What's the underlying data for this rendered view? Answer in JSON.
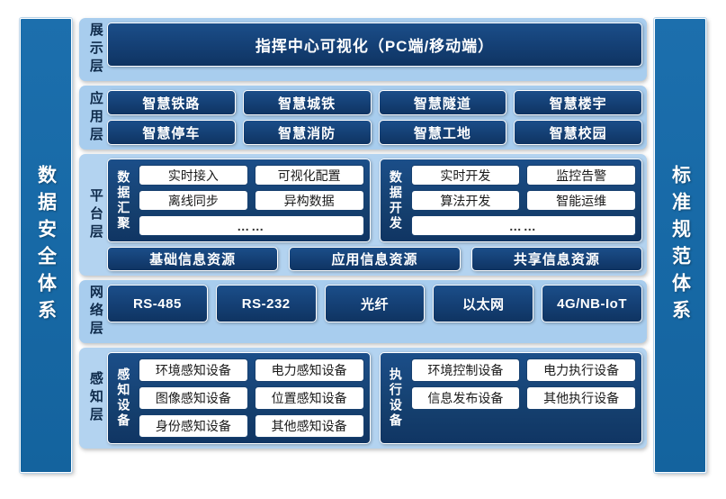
{
  "left_pillar": {
    "label": "数据安全体系"
  },
  "right_pillar": {
    "label": "标准规范体系"
  },
  "layers": {
    "display": {
      "label": "展示层",
      "bar": "指挥中心可视化（PC端/移动端）"
    },
    "application": {
      "label": "应用层",
      "row1": [
        "智慧铁路",
        "智慧城铁",
        "智慧隧道",
        "智慧楼宇"
      ],
      "row2": [
        "智慧停车",
        "智慧消防",
        "智慧工地",
        "智慧校园"
      ]
    },
    "platform": {
      "label": "平台层",
      "modules": [
        {
          "label": "数据汇聚",
          "row1": [
            "实时接入",
            "可视化配置"
          ],
          "row2": [
            "离线同步",
            "异构数据"
          ],
          "row3": "……"
        },
        {
          "label": "数据开发",
          "row1": [
            "实时开发",
            "监控告警"
          ],
          "row2": [
            "算法开发",
            "智能运维"
          ],
          "row3": "……"
        }
      ],
      "resources": [
        "基础信息资源",
        "应用信息资源",
        "共享信息资源"
      ]
    },
    "network": {
      "label": "网络层",
      "items": [
        "RS-485",
        "RS-232",
        "光纤",
        "以太网",
        "4G/NB-IoT"
      ]
    },
    "sensing": {
      "label": "感知层",
      "modules": [
        {
          "label": "感知设备",
          "row1": [
            "环境感知设备",
            "电力感知设备"
          ],
          "row2": [
            "图像感知设备",
            "位置感知设备"
          ],
          "row3": [
            "身份感知设备",
            "其他感知设备"
          ]
        },
        {
          "label": "执行设备",
          "row1": [
            "环境控制设备",
            "电力执行设备"
          ],
          "row2": [
            "信息发布设备",
            "其他执行设备"
          ]
        }
      ]
    }
  },
  "colors": {
    "pillar_blue": "#1769a6",
    "layer_band": "#a8cdee",
    "navy": "#143f74",
    "chip_white": "#ffffff"
  }
}
